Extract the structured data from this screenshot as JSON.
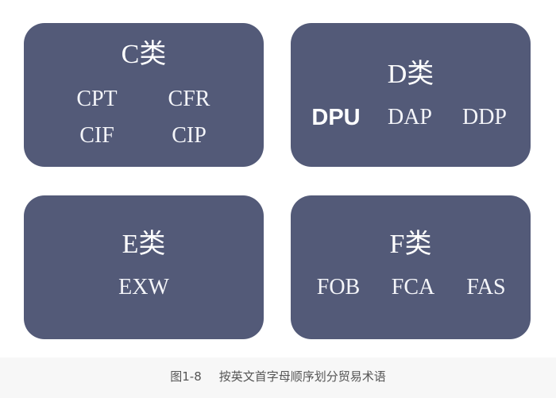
{
  "groups": {
    "c": {
      "title": "C类",
      "terms": [
        "CPT",
        "CFR",
        "CIF",
        "CIP"
      ]
    },
    "d": {
      "title": "D类",
      "terms": [
        "DPU",
        "DAP",
        "DDP"
      ]
    },
    "e": {
      "title": "E类",
      "terms": [
        "EXW"
      ]
    },
    "f": {
      "title": "F类",
      "terms": [
        "FOB",
        "FCA",
        "FAS"
      ]
    }
  },
  "caption": {
    "number": "图1-8",
    "text": "按英文首字母顺序划分贸易术语"
  },
  "colors": {
    "card_background": "#535a78",
    "text": "#ffffff",
    "caption_text": "#555555"
  }
}
